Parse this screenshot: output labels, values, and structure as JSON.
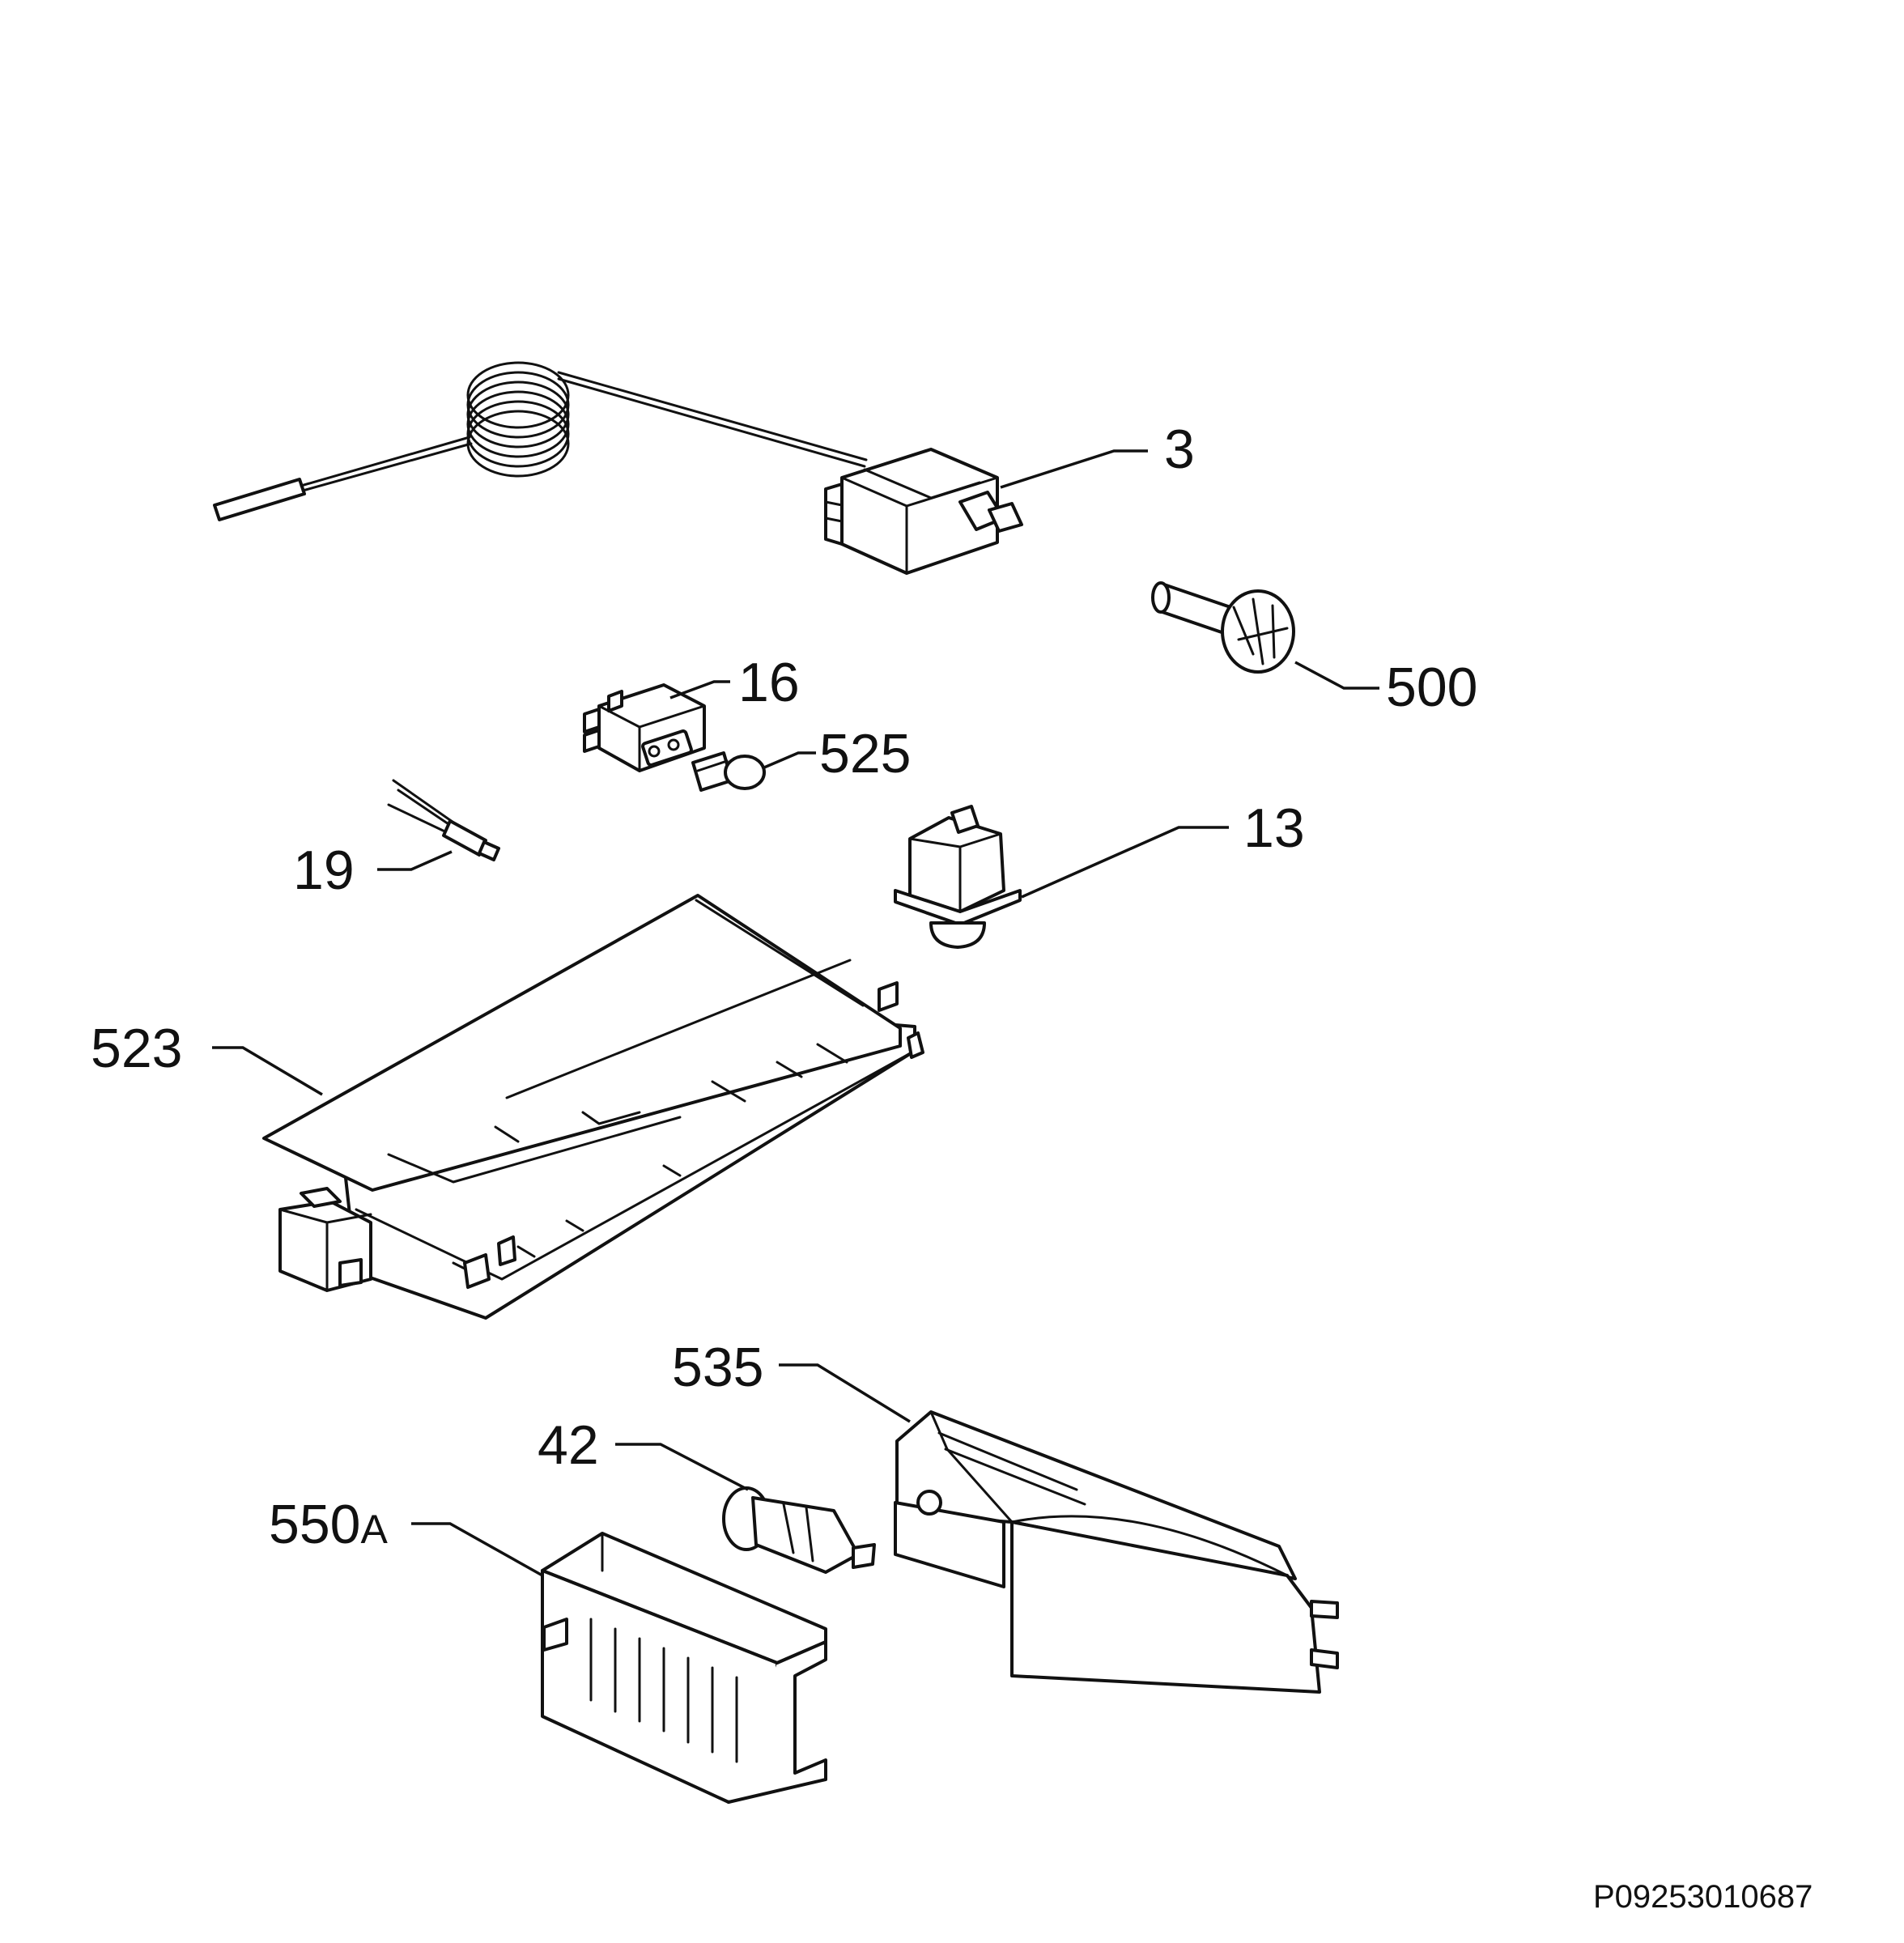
{
  "labels": {
    "p3": "3",
    "p500": "500",
    "p16": "16",
    "p525": "525",
    "p19": "19",
    "p13": "13",
    "p523": "523",
    "p535": "535",
    "p42": "42",
    "p550a_num": "550",
    "p550a_suffix": "A"
  },
  "drawing_code": "P09253010687"
}
